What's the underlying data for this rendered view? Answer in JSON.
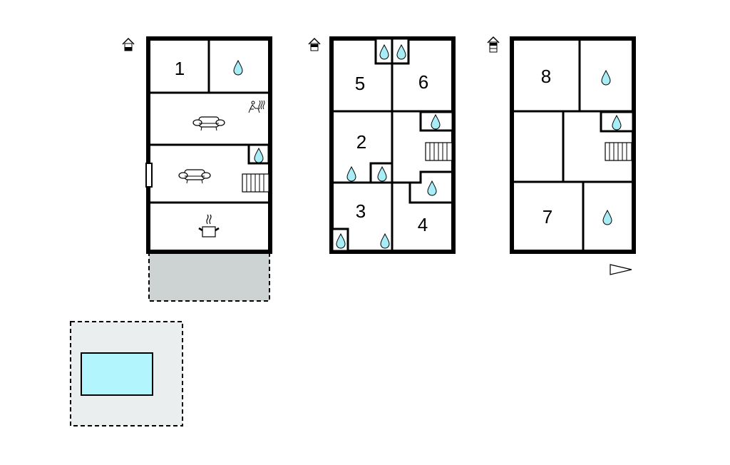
{
  "floors": [
    {
      "name": "ground-floor",
      "rooms": [
        {
          "label": "1"
        }
      ]
    },
    {
      "name": "first-floor",
      "rooms": [
        {
          "label": "5"
        },
        {
          "label": "6"
        },
        {
          "label": "2"
        },
        {
          "label": "3"
        },
        {
          "label": "4"
        }
      ]
    },
    {
      "name": "second-floor",
      "rooms": [
        {
          "label": "8"
        },
        {
          "label": "7"
        }
      ]
    }
  ],
  "colors": {
    "water": "#a8ecf5",
    "terrace": "#cdd3d3",
    "pool_area": "#ebeeee",
    "pool": "#b3f5fd"
  }
}
